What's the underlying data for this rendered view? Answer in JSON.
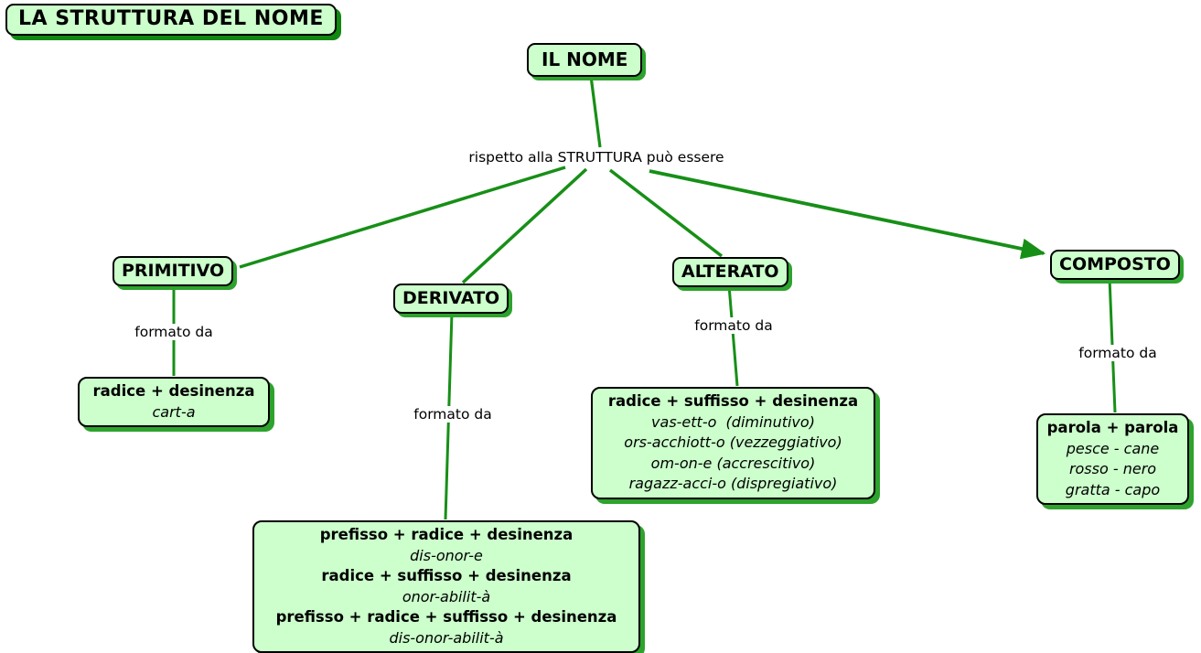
{
  "title": "LA STRUTTURA DEL NOME",
  "root_label": "IL NOME",
  "relation_label": "rispetto alla STRUTTURA può essere",
  "branches": [
    {
      "name": "PRIMITIVO",
      "edge_label": "formato da",
      "detail": [
        {
          "text": "radice + desinenza",
          "style": "bold"
        },
        {
          "text": "cart-a",
          "style": "italic"
        }
      ]
    },
    {
      "name": "DERIVATO",
      "edge_label": "formato da",
      "detail": [
        {
          "text": "prefisso + radice + desinenza",
          "style": "bold"
        },
        {
          "text": "dis-onor-e",
          "style": "italic"
        },
        {
          "text": "radice + suffisso + desinenza",
          "style": "bold"
        },
        {
          "text": "onor-abilit-à",
          "style": "italic"
        },
        {
          "text": "prefisso + radice + suffisso + desinenza",
          "style": "bold"
        },
        {
          "text": "dis-onor-abilit-à",
          "style": "italic"
        }
      ]
    },
    {
      "name": "ALTERATO",
      "edge_label": "formato da",
      "detail": [
        {
          "text": "radice + suffisso + desinenza",
          "style": "bold"
        },
        {
          "text": "vas-ett-o  (diminutivo)",
          "style": "italic"
        },
        {
          "text": "ors-acchiott-o (vezzeggiativo)",
          "style": "italic"
        },
        {
          "text": "om-on-e (accrescitivo)",
          "style": "italic"
        },
        {
          "text": "ragazz-acci-o (dispregiativo)",
          "style": "italic"
        }
      ]
    },
    {
      "name": "COMPOSTO",
      "edge_label": "formato da",
      "detail": [
        {
          "text": "parola + parola",
          "style": "bold"
        },
        {
          "text": "pesce - cane",
          "style": "italic"
        },
        {
          "text": "rosso - nero",
          "style": "italic"
        },
        {
          "text": "gratta - capo",
          "style": "italic"
        }
      ]
    }
  ],
  "colors": {
    "box_fill": "#ccffcc",
    "box_border": "#000000",
    "box_shadow_green": "#2da32d",
    "title_shadow_green": "#118811",
    "connector_green": "#178f17",
    "text": "#000000"
  }
}
